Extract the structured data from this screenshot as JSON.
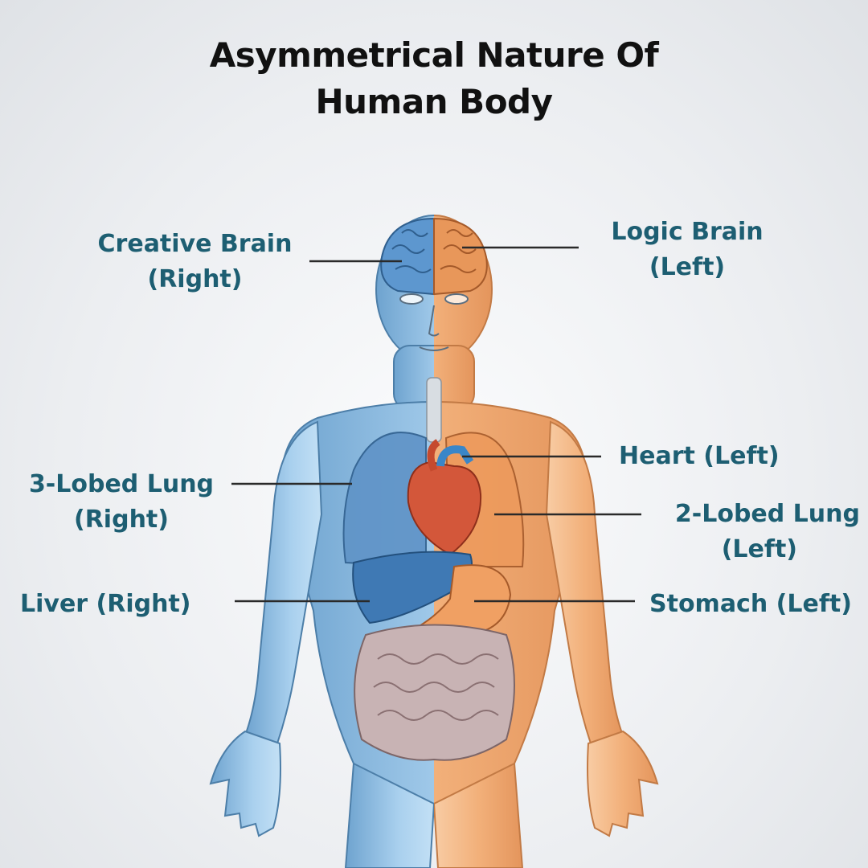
{
  "title": {
    "line1": "Asymmetrical Nature Of",
    "line2": "Human Body"
  },
  "labels": {
    "creative_brain": {
      "line1": "Creative Brain",
      "line2": "(Right)"
    },
    "logic_brain": {
      "line1": "Logic Brain",
      "line2": "(Left)"
    },
    "heart": {
      "line1": "Heart (Left)"
    },
    "three_lobed_lung": {
      "line1": "3-Lobed Lung",
      "line2": "(Right)"
    },
    "two_lobed_lung": {
      "line1": "2-Lobed Lung",
      "line2": "(Left)"
    },
    "liver": {
      "line1": "Liver (Right)"
    },
    "stomach": {
      "line1": "Stomach (Left)"
    }
  },
  "colors": {
    "label_text": "#1d5e72",
    "right_side_skin": "#8fbde0",
    "left_side_skin": "#f2b482",
    "heart": "#d3573a",
    "liver": "#3f79b4",
    "intestine": "#b9a6a8"
  }
}
